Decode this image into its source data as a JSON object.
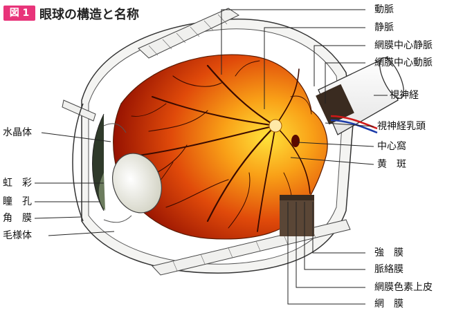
{
  "figure": {
    "number": "図 1",
    "title": "眼球の構造と名称"
  },
  "labels_right": [
    {
      "name": "label-doumyaku",
      "text": "動脈"
    },
    {
      "name": "label-joumyaku",
      "text": "静脈"
    },
    {
      "name": "label-central-retinal-vein",
      "text": "網膜中心静脈"
    },
    {
      "name": "label-central-retinal-artery",
      "text": "網膜中心動脈"
    },
    {
      "name": "label-optic-nerve",
      "text": "視神経"
    },
    {
      "name": "label-optic-disc",
      "text": "視神経乳頭"
    },
    {
      "name": "label-fovea",
      "text": "中心窩"
    },
    {
      "name": "label-macula",
      "text": "黄　斑"
    },
    {
      "name": "label-sclera",
      "text": "強　膜"
    },
    {
      "name": "label-choroid",
      "text": "脈絡膜"
    },
    {
      "name": "label-rpe",
      "text": "網膜色素上皮"
    },
    {
      "name": "label-retina",
      "text": "網　膜"
    }
  ],
  "labels_left": [
    {
      "name": "label-lens",
      "text": "水晶体"
    },
    {
      "name": "label-iris",
      "text": "虹　彩"
    },
    {
      "name": "label-pupil",
      "text": "瞳　孔"
    },
    {
      "name": "label-cornea",
      "text": "角　膜"
    },
    {
      "name": "label-ciliary-body",
      "text": "毛様体"
    }
  ],
  "colors": {
    "badge": "#e8347a",
    "fundus_center": "#ffd21a",
    "fundus_mid": "#f07010",
    "fundus_edge": "#a81000",
    "vessels": "#3a0a00",
    "leader_lines": "#222222"
  }
}
